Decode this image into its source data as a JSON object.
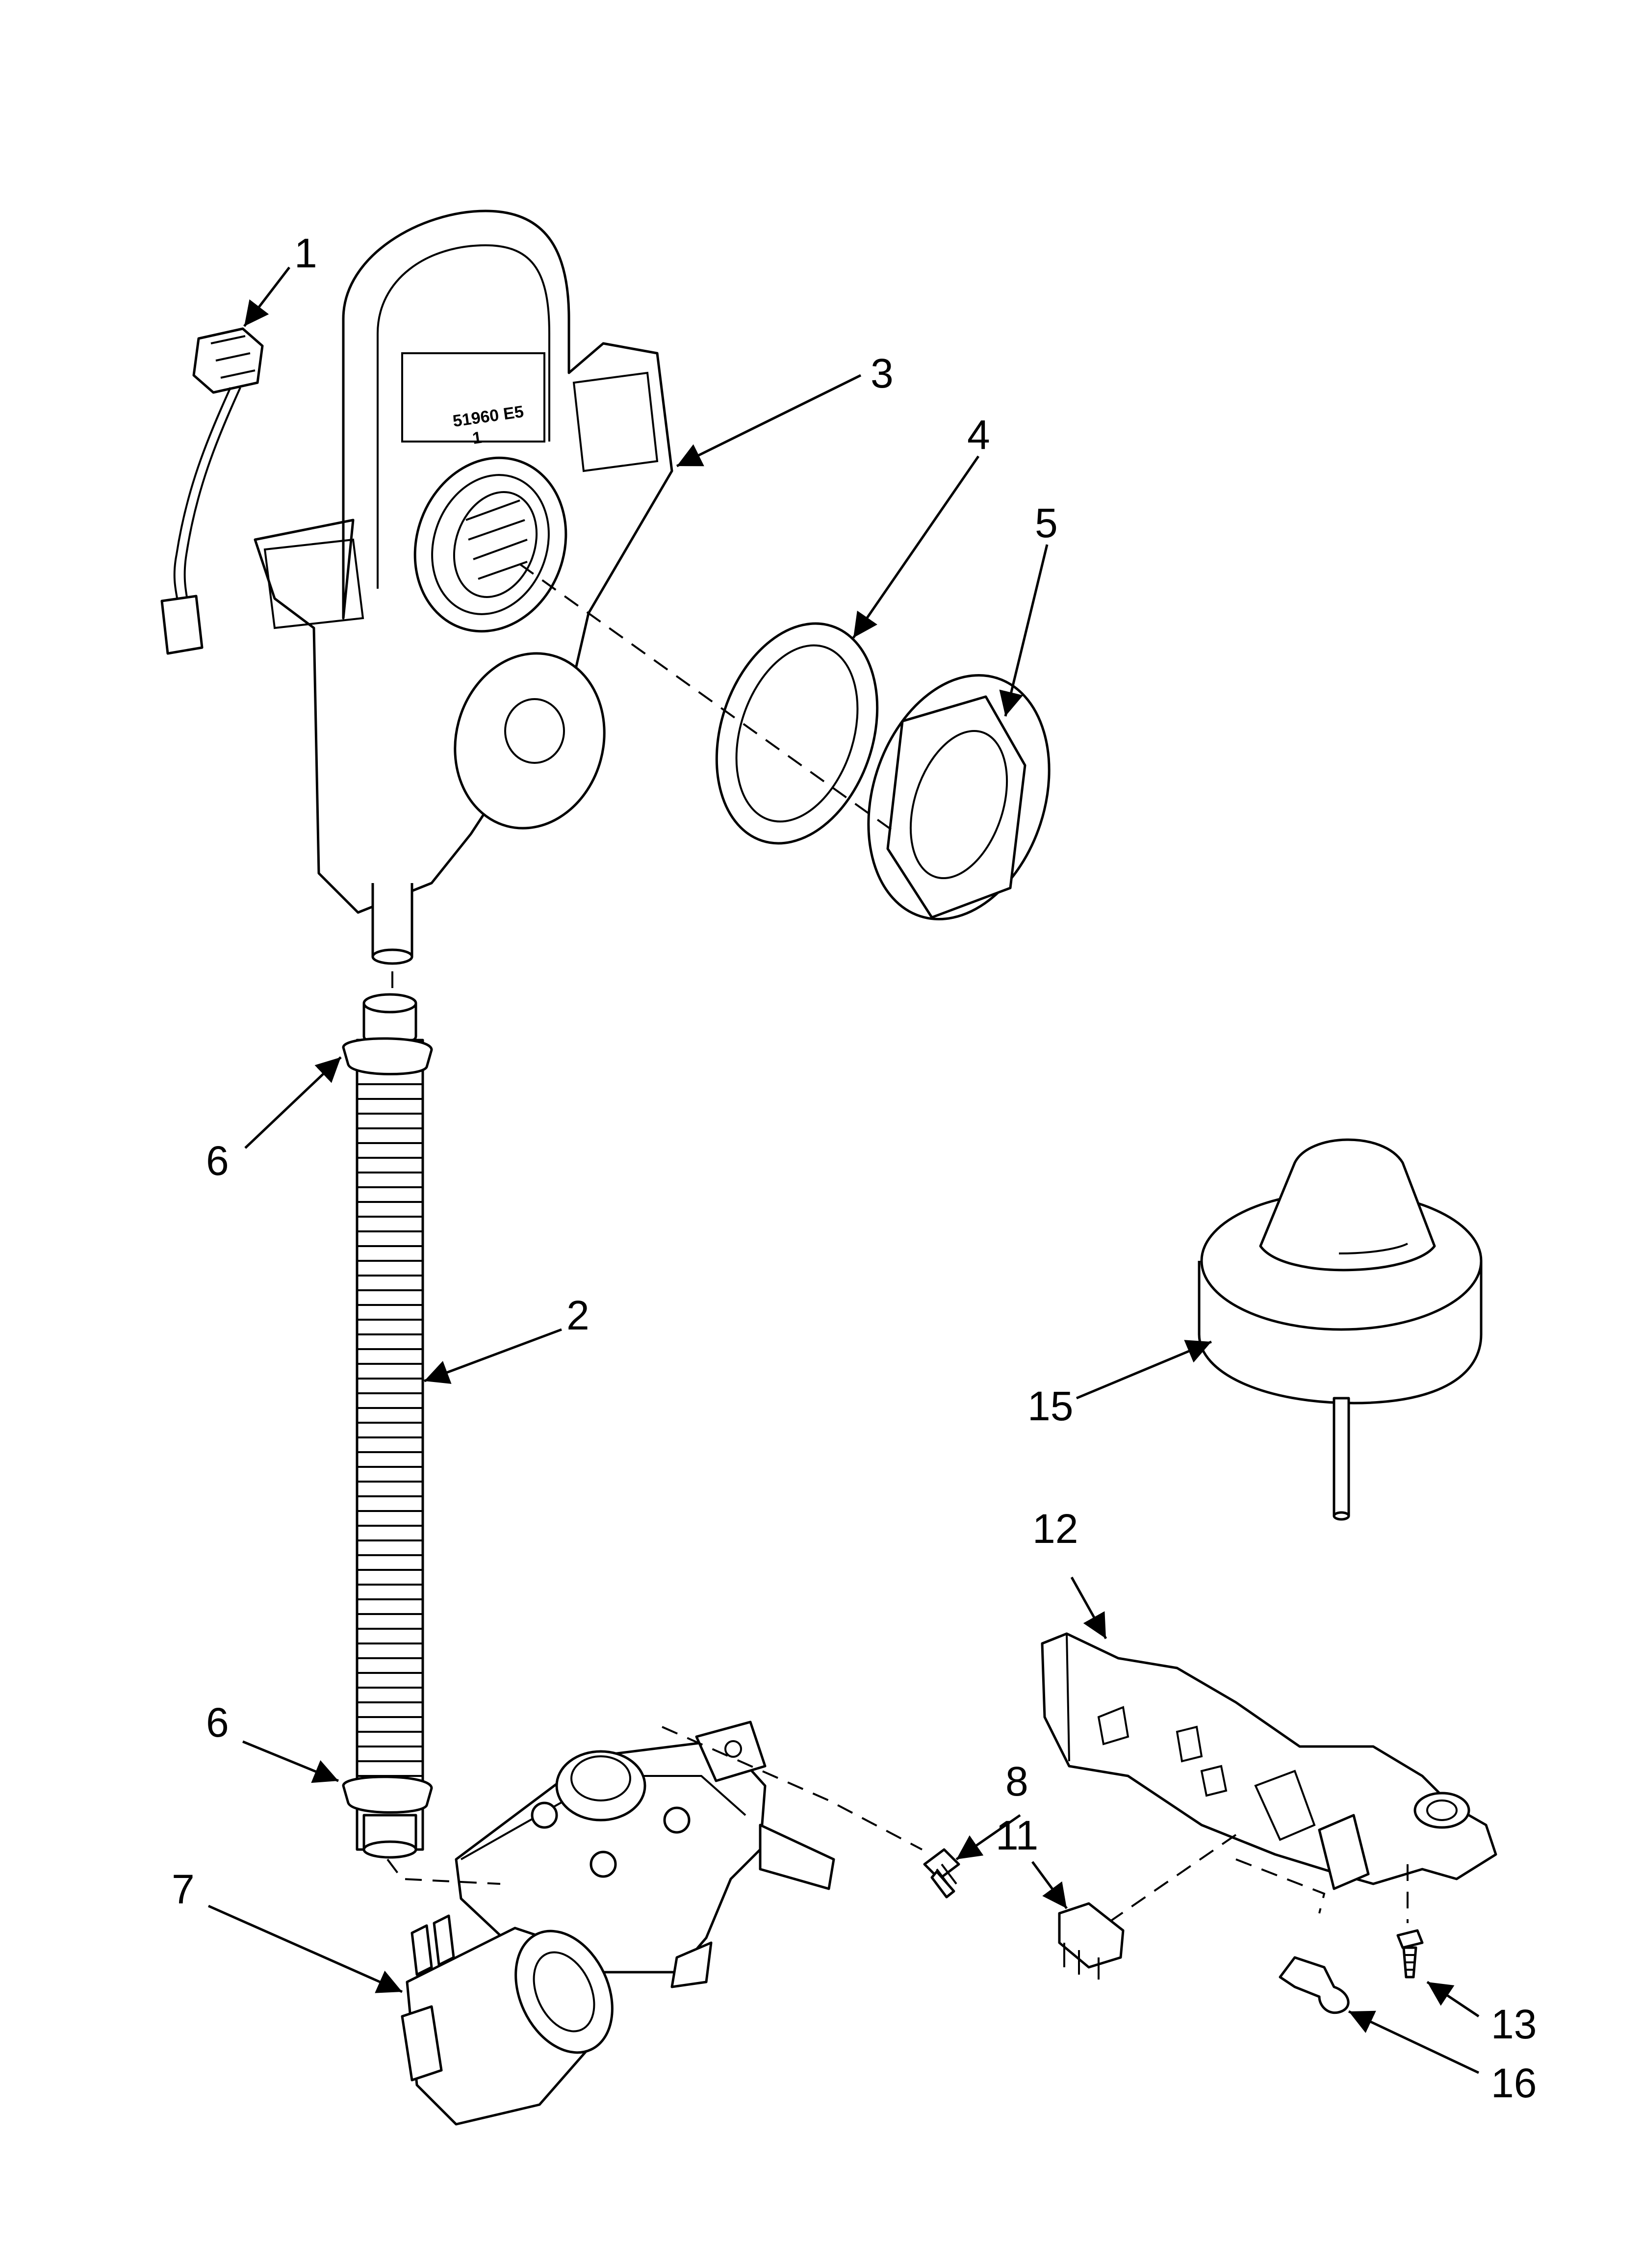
{
  "callouts": {
    "c1": "1",
    "c2": "2",
    "c3": "3",
    "c4": "4",
    "c5": "5",
    "c6a": "6",
    "c6b": "6",
    "c7": "7",
    "c8": "8",
    "c11": "11",
    "c12": "12",
    "c13": "13",
    "c15": "15",
    "c16": "16"
  },
  "stamp": {
    "line1": "51960 E5",
    "line2": "1"
  }
}
